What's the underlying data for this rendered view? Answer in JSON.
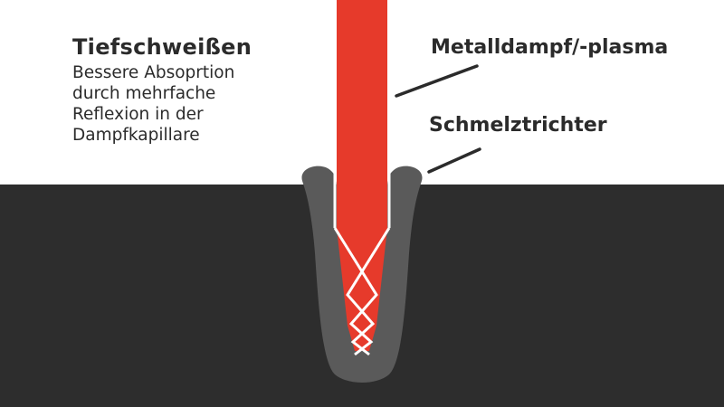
{
  "diagram": {
    "title": "Tiefschweißen",
    "description_lines": [
      "Bessere Absoprtion",
      "durch mehrfache",
      "Reflexion in der",
      "Dampfkapillare"
    ],
    "labels": {
      "plasma": "Metalldampf/-plasma",
      "melt_funnel": "Schmelztrichter"
    },
    "colors": {
      "background": "#ffffff",
      "workpiece": "#2d2d2d",
      "melt": "#5a5a5a",
      "laser_beam": "#e63a2b",
      "reflection_lines": "#ffffff",
      "text": "#2b2b2b"
    }
  }
}
